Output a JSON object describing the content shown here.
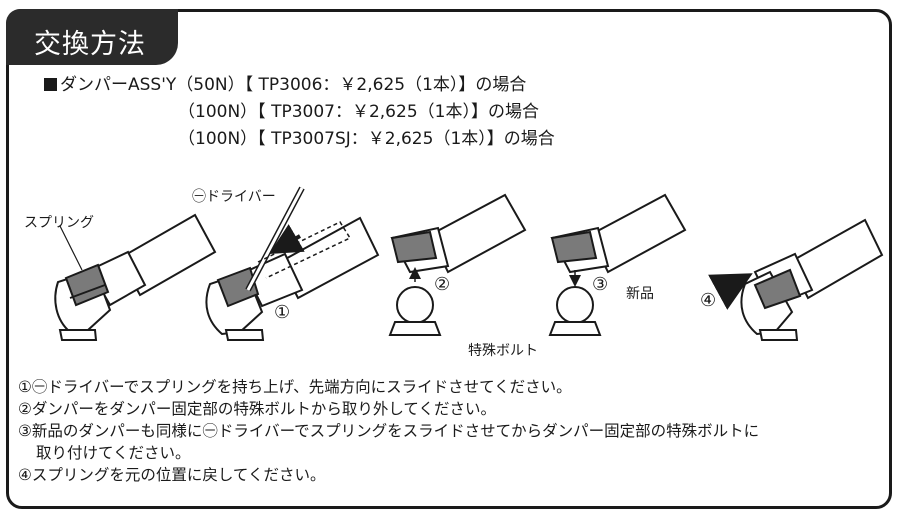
{
  "section": {
    "title": "交換方法"
  },
  "parts": [
    {
      "text": "ダンパーASS'Y（50N）【 TP3006：￥2,625（1本）】の場合"
    },
    {
      "text": "（100N）【 TP3007：￥2,625（1本）】の場合"
    },
    {
      "text": "（100N）【 TP3007SJ：￥2,625（1本）】の場合"
    }
  ],
  "labels": {
    "spring": "スプリング",
    "driver": "㊀ドライバー",
    "special_bolt": "特殊ボルト",
    "new_part": "新品"
  },
  "step_markers": [
    "①",
    "②",
    "③",
    "④"
  ],
  "instructions": [
    "①㊀ドライバーでスプリングを持ち上げ、先端方向にスライドさせてください。",
    "②ダンパーをダンパー固定部の特殊ボルトから取り外してください。",
    "③新品のダンパーも同様に㊀ドライバーでスプリングをスライドさせてからダンパー固定部の特殊ボルトに",
    "取り付けてください。",
    "④スプリングを元の位置に戻してください。"
  ],
  "colors": {
    "title_bg": "#2b2b2b",
    "title_text": "#ffffff",
    "spring_fill": "#7a7a7a",
    "ink": "#1a1a1a"
  }
}
